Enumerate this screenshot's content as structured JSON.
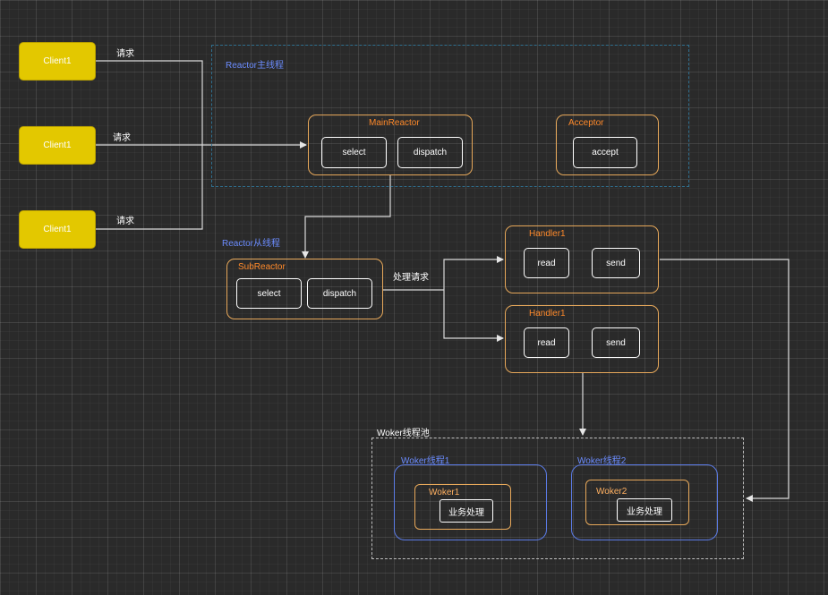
{
  "clients": [
    {
      "label": "Client1",
      "edge_label": "请求"
    },
    {
      "label": "Client1",
      "edge_label": "请求"
    },
    {
      "label": "Client1",
      "edge_label": "请求"
    }
  ],
  "reactor_main_group": {
    "label": "Reactor主线程"
  },
  "main_reactor": {
    "title": "MainReactor",
    "select": "select",
    "dispatch": "dispatch"
  },
  "acceptor": {
    "title": "Acceptor",
    "accept": "accept"
  },
  "reactor_sub_label": "Reactor从线程",
  "sub_reactor": {
    "title": "SubReactor",
    "select": "select",
    "dispatch": "dispatch"
  },
  "process_label": "处理请求",
  "handlers": [
    {
      "title": "Handler1",
      "read": "read",
      "send": "send"
    },
    {
      "title": "Handler1",
      "read": "read",
      "send": "send"
    }
  ],
  "worker_pool": {
    "label": "Woker线程池"
  },
  "worker_threads": [
    {
      "label": "Woker线程1",
      "worker": "Woker1",
      "task": "业务处理"
    },
    {
      "label": "Woker线程2",
      "worker": "Woker2",
      "task": "业务处理"
    }
  ],
  "colors": {
    "client": "#e3c800",
    "orange_border": "#e7a85a",
    "orange_title": "#ff8a2a",
    "blue_label": "#6b8cff",
    "blue_border": "#5b7be6",
    "line": "#d9d9d9"
  }
}
